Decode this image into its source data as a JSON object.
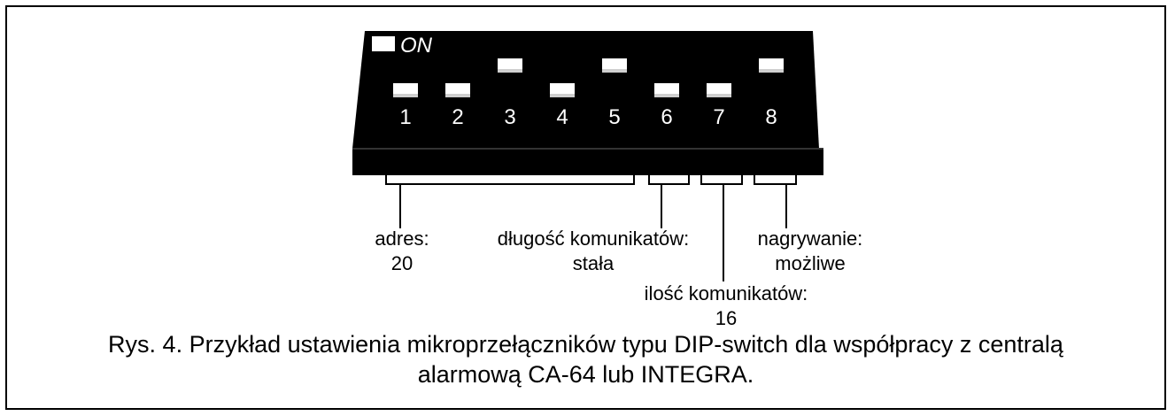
{
  "switch_block": {
    "on_label": "ON",
    "switches": [
      {
        "number": "1",
        "state": "off"
      },
      {
        "number": "2",
        "state": "off"
      },
      {
        "number": "3",
        "state": "on"
      },
      {
        "number": "4",
        "state": "off"
      },
      {
        "number": "5",
        "state": "on"
      },
      {
        "number": "6",
        "state": "off"
      },
      {
        "number": "7",
        "state": "off"
      },
      {
        "number": "8",
        "state": "on"
      }
    ]
  },
  "annotations": {
    "address_label": "adres:",
    "address_value": "20",
    "length_label": "długość komunikatów:",
    "length_value": "stała",
    "count_label": "ilość komunikatów:",
    "count_value": "16",
    "recording_label": "nagrywanie:",
    "recording_value": "możliwe"
  },
  "caption": {
    "line1": "Rys. 4. Przykład ustawienia mikroprzełączników typu DIP-switch dla współpracy z centralą",
    "line2": "alarmową CA-64 lub INTEGRA."
  },
  "colors": {
    "block": "#000000",
    "switch": "#ffffff",
    "text": "#000000"
  }
}
